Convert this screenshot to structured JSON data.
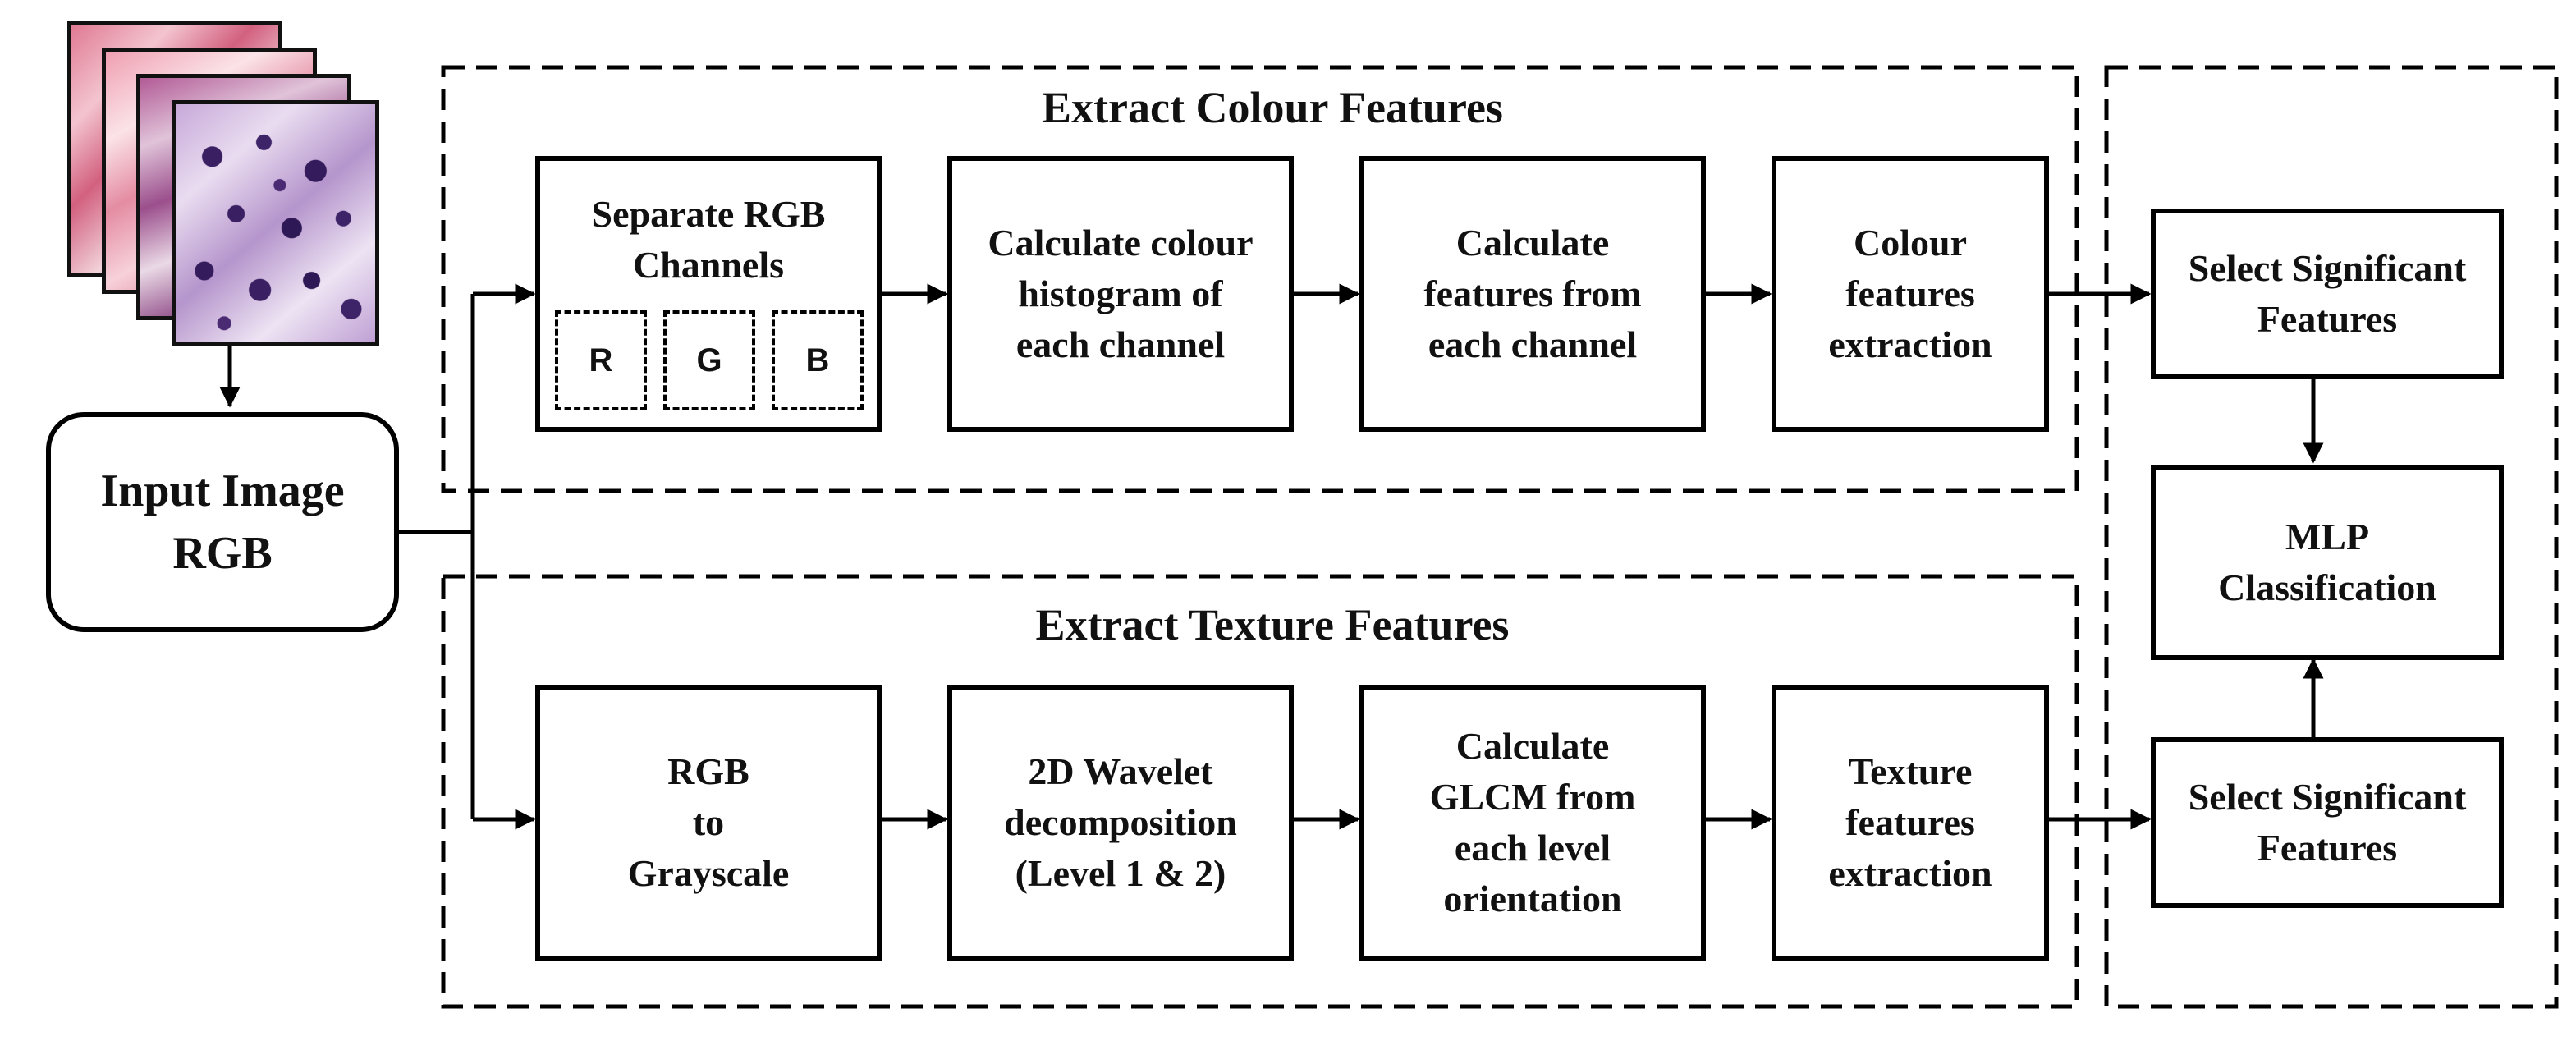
{
  "colours": {
    "stroke": "#000000",
    "text": "#111111",
    "background": "#ffffff"
  },
  "input_images": {
    "icon": "histology-image-stack-icon"
  },
  "input_box": {
    "lines": [
      "Input Image",
      "RGB"
    ]
  },
  "colour_group": {
    "title": "Extract Colour Features",
    "steps": [
      {
        "lines": [
          "Separate RGB",
          "Channels"
        ],
        "channels": [
          "R",
          "G",
          "B"
        ]
      },
      {
        "lines": [
          "Calculate colour",
          "histogram of",
          "each channel"
        ]
      },
      {
        "lines": [
          "Calculate",
          "features from",
          "each channel"
        ]
      },
      {
        "lines": [
          "Colour",
          "features",
          "extraction"
        ]
      }
    ]
  },
  "texture_group": {
    "title": "Extract Texture Features",
    "steps": [
      {
        "lines": [
          "RGB",
          "to",
          "Grayscale"
        ]
      },
      {
        "lines": [
          "2D Wavelet",
          "decomposition",
          "(Level 1 & 2)"
        ]
      },
      {
        "lines": [
          "Calculate",
          "GLCM from",
          "each level",
          "orientation"
        ]
      },
      {
        "lines": [
          "Texture",
          "features",
          "extraction"
        ]
      }
    ]
  },
  "classification": {
    "select_colour": {
      "lines": [
        "Select Significant",
        "Features"
      ]
    },
    "mlp": {
      "lines": [
        "MLP",
        "Classification"
      ]
    },
    "select_texture": {
      "lines": [
        "Select Significant",
        "Features"
      ]
    }
  }
}
